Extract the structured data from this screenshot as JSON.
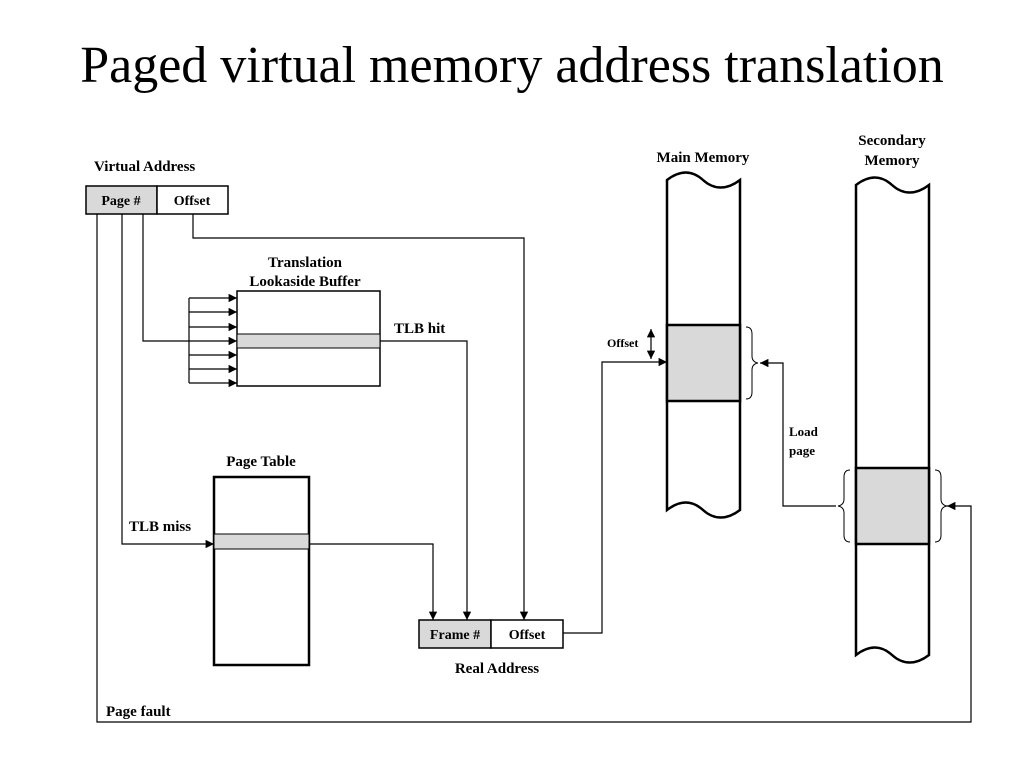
{
  "slide": {
    "title": "Paged virtual memory address translation"
  },
  "labels": {
    "virtual_address": "Virtual Address",
    "page_num": "Page #",
    "offset": "Offset",
    "tlb_title_1": "Translation",
    "tlb_title_2": "Lookaside Buffer",
    "tlb_hit": "TLB hit",
    "tlb_miss": "TLB miss",
    "page_table": "Page Table",
    "frame_num": "Frame #",
    "real_offset": "Offset",
    "real_address": "Real Address",
    "main_memory": "Main Memory",
    "secondary_memory_1": "Secondary",
    "secondary_memory_2": "Memory",
    "mem_offset": "Offset",
    "load_1": "Load",
    "load_2": "page",
    "page_fault": "Page fault"
  },
  "colors": {
    "stroke": "#000000",
    "fill_gray": "#d9d9d9",
    "background": "#ffffff"
  }
}
